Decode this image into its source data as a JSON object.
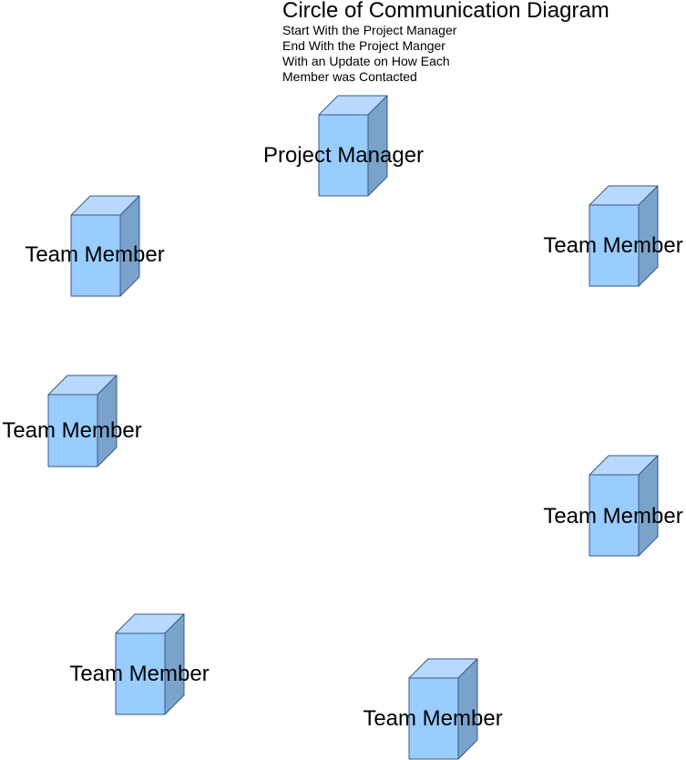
{
  "title": "Circle of Communication Diagram",
  "subtitle_lines": [
    "Start With the Project Manager",
    "End With the Project Manger",
    "With an Update on How Each",
    "Member was Contacted"
  ],
  "colors": {
    "cube_front": "#99ccff",
    "cube_top": "#b8d9ff",
    "cube_side": "#7aa3cc",
    "cube_stroke": "#3a5a80"
  },
  "nodes": [
    {
      "id": "project-manager",
      "label": "Project Manager"
    },
    {
      "id": "team-member-1",
      "label": "Team Member"
    },
    {
      "id": "team-member-2",
      "label": "Team Member"
    },
    {
      "id": "team-member-3",
      "label": "Team Member"
    },
    {
      "id": "team-member-4",
      "label": "Team Member"
    },
    {
      "id": "team-member-5",
      "label": "Team Member"
    },
    {
      "id": "team-member-6",
      "label": "Team Member"
    }
  ]
}
